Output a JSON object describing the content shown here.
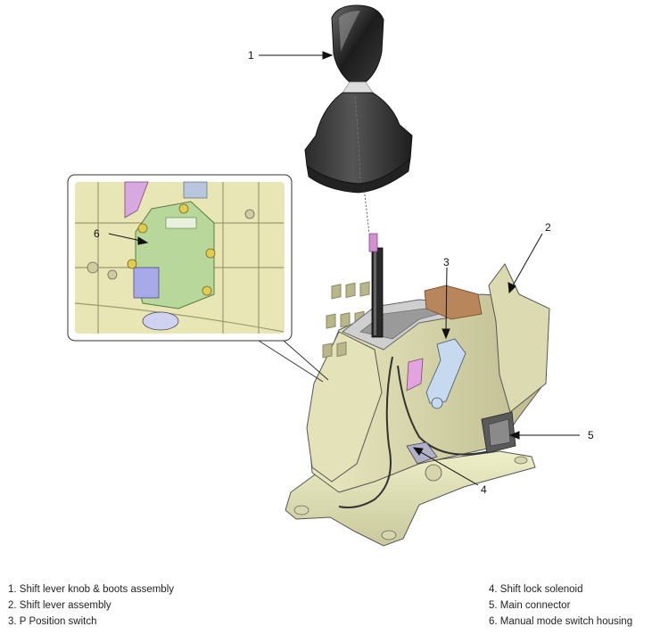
{
  "callouts": [
    {
      "num": "1"
    },
    {
      "num": "2"
    },
    {
      "num": "3"
    },
    {
      "num": "4"
    },
    {
      "num": "5"
    },
    {
      "num": "6"
    }
  ],
  "legend": {
    "left": [
      "1. Shift lever knob & boots assembly",
      "2. Shift lever assembly",
      "3. P Position switch"
    ],
    "right": [
      "4. Shift lock solenoid",
      "5. Main connector",
      "6. Manual mode switch housing"
    ]
  }
}
